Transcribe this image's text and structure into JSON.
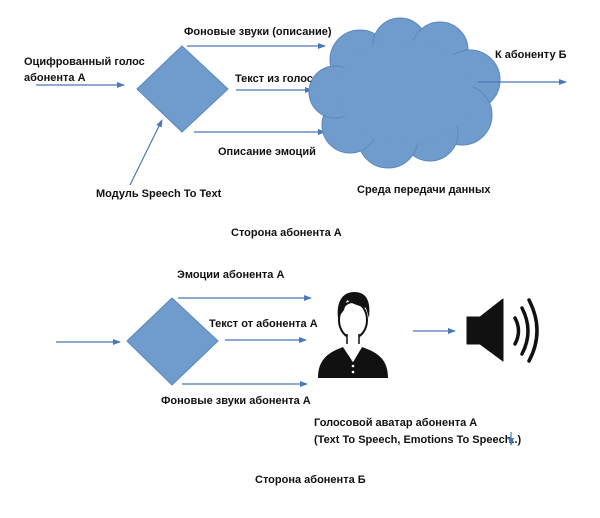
{
  "colors": {
    "shape_fill": "#6f9bcd",
    "shape_stroke": "#5b87bb",
    "arrow": "#4a78b8",
    "icon": "#111111"
  },
  "top": {
    "input_label_line1": "Оцифрованный голос",
    "input_label_line2": "абонента А",
    "out_background": "Фоновые звуки (описание)",
    "out_text": "Текст из голоса",
    "out_emotions": "Описание эмоций",
    "module_label": "Модуль Speech To Text",
    "cloud_label": "Среда передачи данных",
    "to_b_label": "К абоненту Б",
    "section_title": "Сторона абонента А"
  },
  "bottom": {
    "emotions": "Эмоции абонента А",
    "text": "Текст от абонента А",
    "background": "Фоновые звуки абонента А",
    "avatar_line1": "Голосовой аватар абонента А",
    "avatar_line2": "(Text To Speech, Emotions To Speech..)",
    "section_title": "Сторона абонента Б"
  }
}
